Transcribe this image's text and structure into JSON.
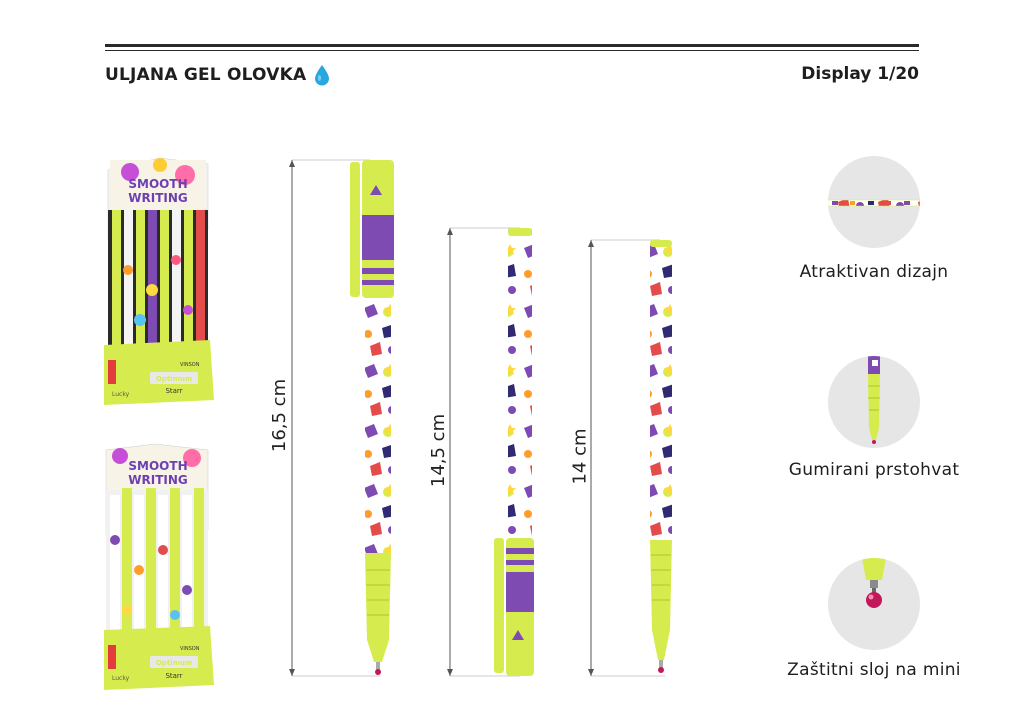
{
  "header": {
    "title": "ULJANA GEL OLOVKA",
    "display": "Display 1/20"
  },
  "display_box": {
    "headline_line1": "SMOOTH",
    "headline_line2": "WRITING",
    "brand": "Optimum",
    "sub_brand": "Starr",
    "maker": "Lucky",
    "small_brand": "VINSON"
  },
  "pens": [
    {
      "length_label": "16,5 cm"
    },
    {
      "length_label": "14,5 cm"
    },
    {
      "length_label": "14 cm"
    }
  ],
  "features": [
    {
      "label": "Atraktivan dizajn"
    },
    {
      "label": "Gumirani prstohvat"
    },
    {
      "label": "Zaštitni sloj na mini"
    }
  ],
  "colors": {
    "accent_green": "#d6ec4e",
    "purple": "#7e4bb3",
    "dark_navy": "#2f2a72",
    "drop_blue": "#2aa7e0"
  }
}
